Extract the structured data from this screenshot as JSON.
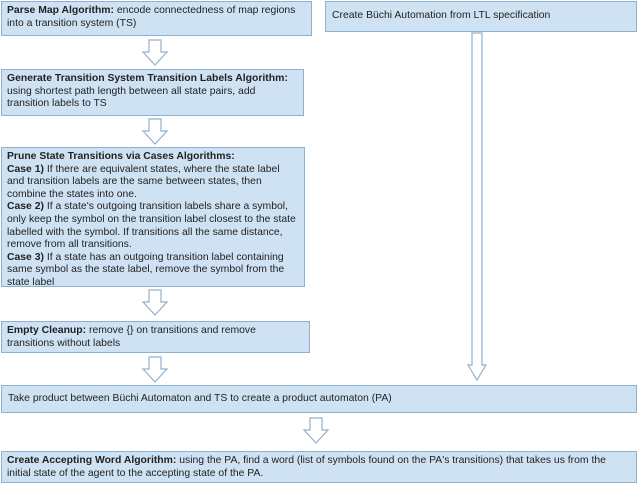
{
  "steps": {
    "parse_map": {
      "title": "Parse Map Algorithm:",
      "text": "encode connectedness of map regions into a transition system (TS)"
    },
    "buchi": {
      "text": "Create Büchi Automation from LTL specification"
    },
    "generate_labels": {
      "title": "Generate Transition System Transition Labels Algorithm:",
      "text": "using shortest path length between all state pairs, add transition labels to TS"
    },
    "prune": {
      "title": "Prune State Transitions via Cases Algorithms:",
      "cases": [
        {
          "label": "Case 1)",
          "text": "If there are equivalent states, where the state label and transition labels are the same between states, then combine the states into one."
        },
        {
          "label": "Case 2)",
          "text": "If a state's outgoing transition labels share a symbol, only keep the symbol on the transition label closest to the state labelled with the symbol. If transitions all the same distance, remove from all transitions."
        },
        {
          "label": "Case 3)",
          "text": "If a state has an outgoing transition label containing same symbol as the state label, remove the symbol from the state label"
        }
      ]
    },
    "cleanup": {
      "title": "Empty Cleanup:",
      "text": "remove {} on transitions and remove transitions without labels"
    },
    "product": {
      "text": "Take product between Büchi Automaton and TS to create a product automaton (PA)"
    },
    "accepting_word": {
      "title": "Create Accepting Word Algorithm:",
      "text": "using the PA, find a word (list of symbols found on the PA's transitions) that takes us from the initial state of the agent to the accepting state of the PA."
    }
  },
  "colors": {
    "box_fill": "#cfe2f3",
    "box_border": "#8fb1cf",
    "arrow_fill": "#ffffff",
    "arrow_stroke": "#8fb1cf"
  }
}
